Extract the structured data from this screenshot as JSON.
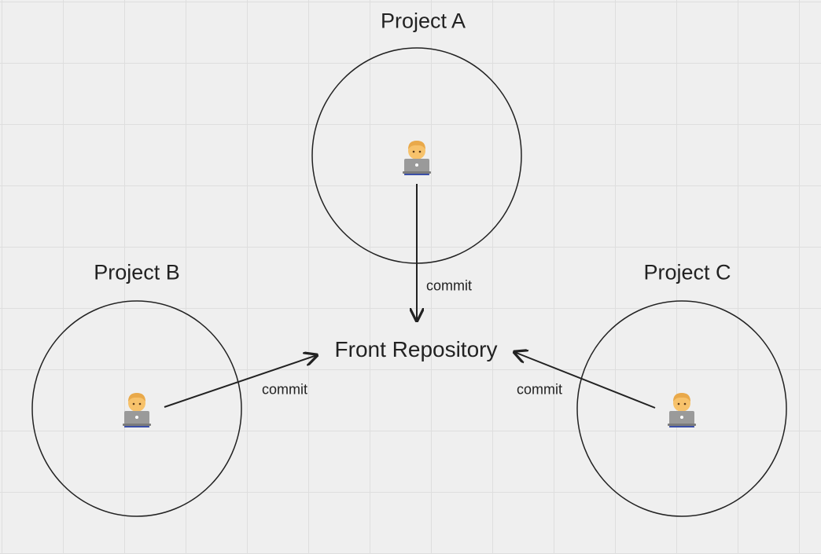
{
  "projects": [
    {
      "title": "Project A"
    },
    {
      "title": "Project B"
    },
    {
      "title": "Project C"
    }
  ],
  "repository": {
    "title": "Front Repository"
  },
  "edges": [
    {
      "from": "Project A",
      "to": "Front Repository",
      "label": "commit"
    },
    {
      "from": "Project B",
      "to": "Front Repository",
      "label": "commit"
    },
    {
      "from": "Project C",
      "to": "Front Repository",
      "label": "commit"
    }
  ],
  "icons": {
    "developer": "developer-laptop-icon"
  },
  "colors": {
    "background": "#efefef",
    "grid": "#dedede",
    "stroke": "#222222",
    "skin": "#f7c26b",
    "hair": "#e9a94a",
    "laptop": "#9a9a9a",
    "shirt": "#3b4fa8"
  }
}
